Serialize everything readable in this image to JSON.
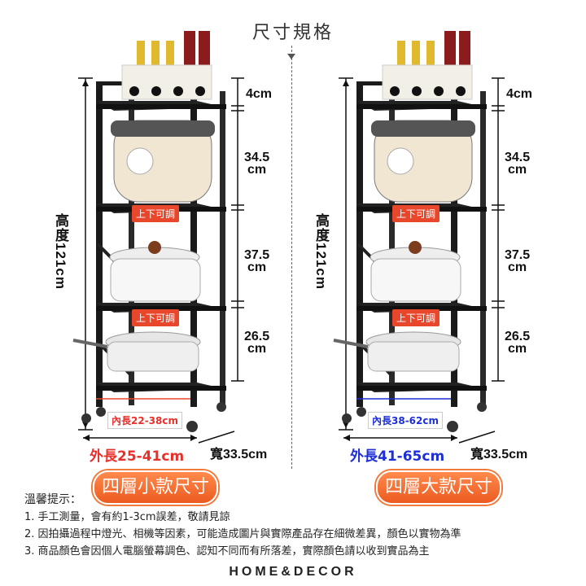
{
  "title": "尺寸規格",
  "left": {
    "height": "高度121cm",
    "dims": [
      "4cm",
      "34.5\ncm",
      "37.5\ncm",
      "26.5\ncm"
    ],
    "adjust1": "上下可調",
    "adjust2": "上下可調",
    "inner": "內長22-38cm",
    "outer": "外長25-41cm",
    "width": "寬33.5cm",
    "size_name": "四層小款尺寸",
    "inner_color": "#e8302b",
    "outer_color": "#e8302b"
  },
  "right": {
    "height": "高度121cm",
    "dims": [
      "4cm",
      "34.5\ncm",
      "37.5\ncm",
      "26.5\ncm"
    ],
    "adjust1": "上下可調",
    "adjust2": "上下可調",
    "inner": "內長38-62cm",
    "outer": "外長41-65cm",
    "width": "寬33.5cm",
    "size_name": "四層大款尺寸",
    "inner_color": "#1d2fd6",
    "outer_color": "#1d2fd6"
  },
  "notes": {
    "head": "溫馨提示：",
    "items": [
      "1. 手工測量，會有約1-3cm誤差，敬請見諒",
      "2. 因拍攝過程中燈光、相機等因素，可能造成圖片與實際產品存在細微差異，顏色以實物為準",
      "3. 商品顏色會因個人電腦螢幕調色、認知不同而有所落差，實際顏色請以收到實品為主"
    ]
  },
  "brand": "HOME&DECOR"
}
